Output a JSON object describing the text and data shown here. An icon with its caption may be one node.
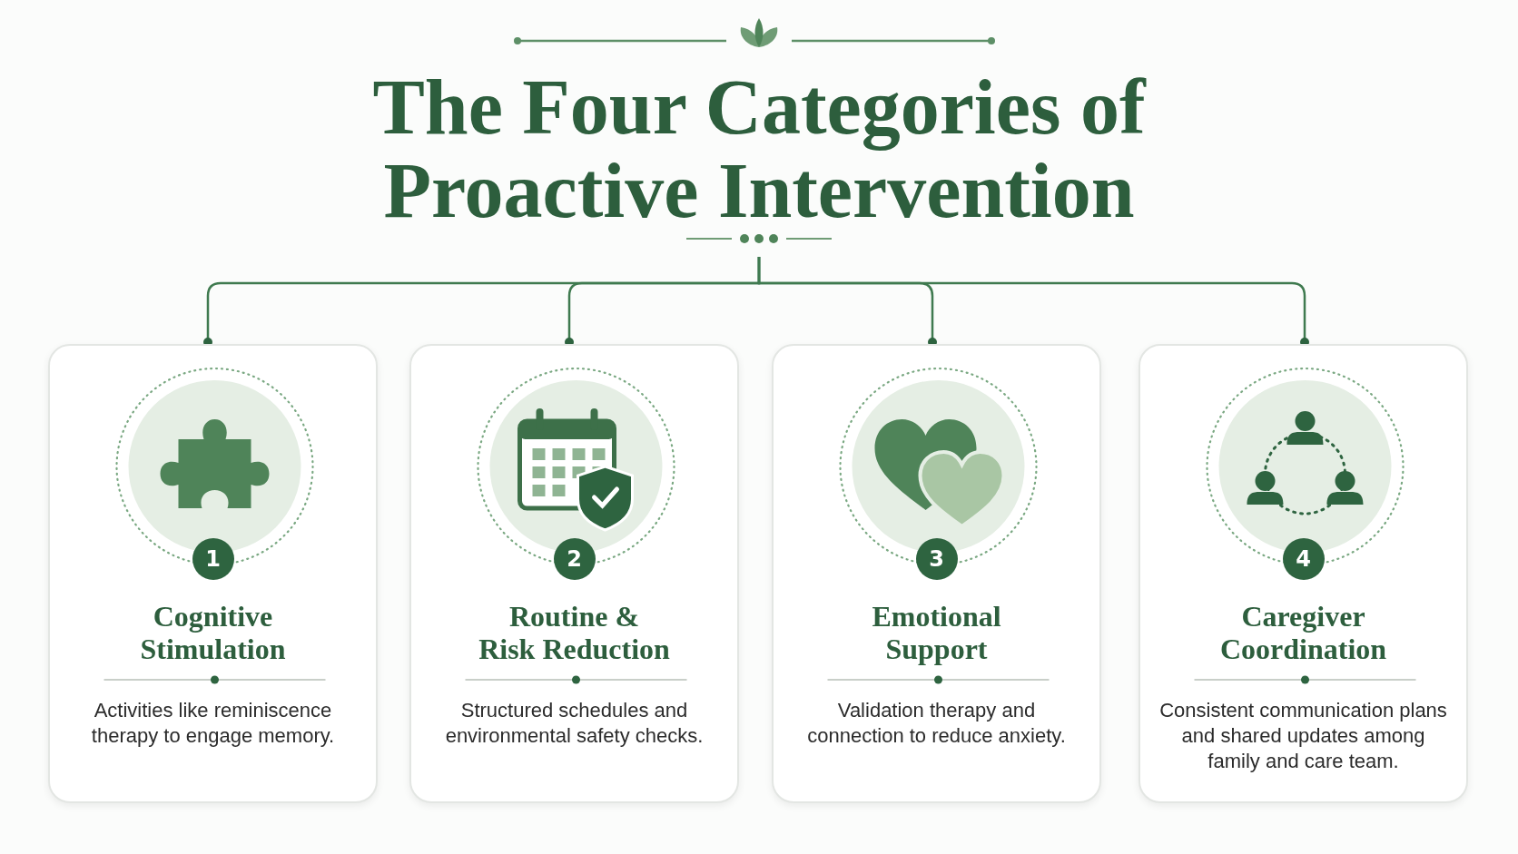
{
  "diagram": {
    "title": "The Four Categories of Proactive Intervention",
    "nodes": [
      {
        "text": [
          "Cognitive Stimulation",
          "Activities like reminiscence therapy to engage memory."
        ]
      },
      {
        "text": [
          "1"
        ],
        "in": 0
      },
      {
        "text": [
          "Routine & Risk Reduction",
          "Structured schedules and environmental safety checks."
        ]
      },
      {
        "text": [
          "2"
        ],
        "in": 2
      },
      {
        "text": [
          "Emotional Support",
          "Validation therapy and connection to reduce anxiety."
        ]
      },
      {
        "text": [
          "3"
        ],
        "in": 4
      },
      {
        "text": [
          "Caregiver Coordination",
          "Consistent communication plans and shared updates among family and care team."
        ]
      },
      {
        "text": [
          "4"
        ],
        "in": 6
      }
    ],
    "edges": [
      {
        "from": null,
        "to": 0,
        "arrow": "other"
      },
      {
        "from": null,
        "to": 2,
        "arrow": "other"
      },
      {
        "from": null,
        "to": 4,
        "arrow": "other"
      },
      {
        "from": null,
        "to": 6,
        "arrow": "other"
      }
    ]
  }
}
